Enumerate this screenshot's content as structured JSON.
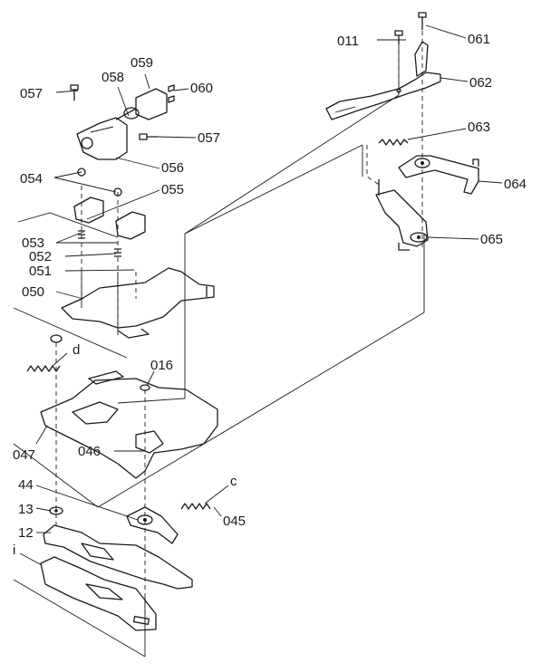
{
  "diagram": {
    "labels": {
      "p011": "011",
      "p061": "061",
      "p062": "062",
      "p063": "063",
      "p064": "064",
      "p065": "065",
      "p057a": "057",
      "p058": "058",
      "p059": "059",
      "p060": "060",
      "p057b": "057",
      "p056": "056",
      "p054": "054",
      "p055": "055",
      "p053": "053",
      "p052": "052",
      "p051": "051",
      "p050": "050",
      "pd": "d",
      "p016": "016",
      "p047": "047",
      "p046": "046",
      "pc": "c",
      "p045": "045",
      "p44": "44",
      "p13": "13",
      "p12": "12",
      "pi": "i"
    }
  }
}
